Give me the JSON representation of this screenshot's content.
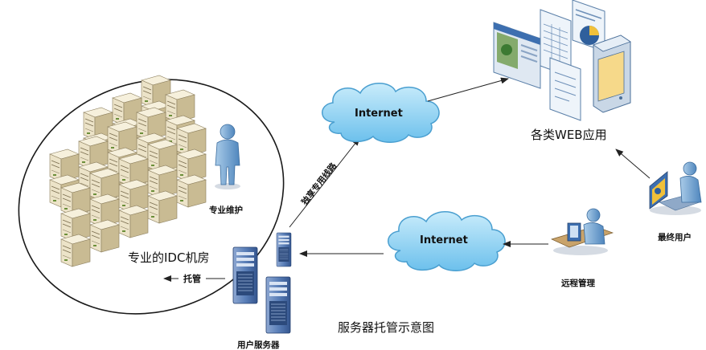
{
  "labels": {
    "idc_room": "专业的IDC机房",
    "maintenance": "专业维护",
    "hosting": "托管",
    "user_servers": "用户服务器",
    "dedicated_line": "独享专用线路",
    "internet_top": "Internet",
    "internet_bottom": "Internet",
    "web_apps": "各类WEB应用",
    "end_user": "最终用户",
    "remote_mgmt": "远程管理",
    "caption": "服务器托管示意图"
  },
  "colors": {
    "cloud_fill": "#8ed3f4",
    "cloud_stroke": "#4a9fd0",
    "cloud_text": "#1a3c6e",
    "server_front": "#ece3c8",
    "server_side": "#b3a57f",
    "server_top": "#f6f0dc",
    "rack_blue": "#4b6fa8",
    "person": "#6aa0cf",
    "arrow": "#222222"
  },
  "icons": [
    "server-rack-icon",
    "person-icon",
    "cloud-icon",
    "document-icon",
    "chart-icon",
    "computer-user-icon"
  ]
}
